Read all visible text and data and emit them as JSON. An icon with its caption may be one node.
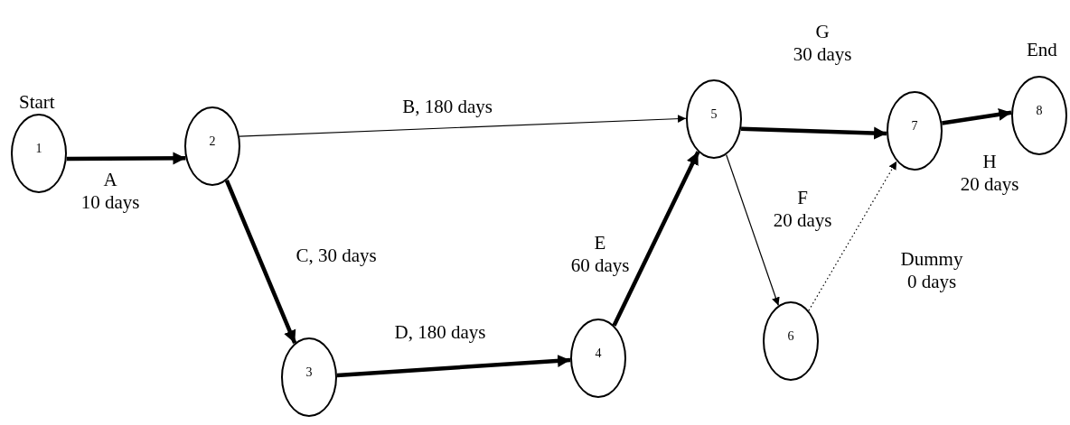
{
  "diagram": {
    "nodes": [
      {
        "text": [
          "1"
        ],
        "beside": [
          "Start"
        ]
      },
      {
        "text": [
          "2"
        ]
      },
      {
        "text": [
          "3"
        ]
      },
      {
        "text": [
          "4"
        ]
      },
      {
        "text": [
          "5"
        ]
      },
      {
        "text": [
          "6"
        ]
      },
      {
        "text": [
          "7"
        ]
      },
      {
        "text": [
          "8"
        ],
        "beside": [
          "End"
        ]
      }
    ],
    "edges": [
      {
        "from": 0,
        "to": 1,
        "arrow": "to",
        "label": "A 10 days"
      },
      {
        "from": 1,
        "to": 4,
        "arrow": "to",
        "label": "B, 180 days"
      },
      {
        "from": 1,
        "to": 2,
        "arrow": "to",
        "label": "C, 30 days"
      },
      {
        "from": 2,
        "to": 3,
        "arrow": "to",
        "label": "D, 180 days"
      },
      {
        "from": 3,
        "to": 4,
        "arrow": "to",
        "label": "E 60 days"
      },
      {
        "from": 4,
        "to": 5,
        "arrow": "to",
        "label": "F 20 days"
      },
      {
        "from": 4,
        "to": 6,
        "arrow": "to",
        "label": "G 30 days"
      },
      {
        "from": 5,
        "to": 6,
        "arrow": "to",
        "label": "Dummy 0 days",
        "style": "dashed"
      },
      {
        "from": 6,
        "to": 7,
        "arrow": "to",
        "label": "H 20 days"
      }
    ]
  }
}
